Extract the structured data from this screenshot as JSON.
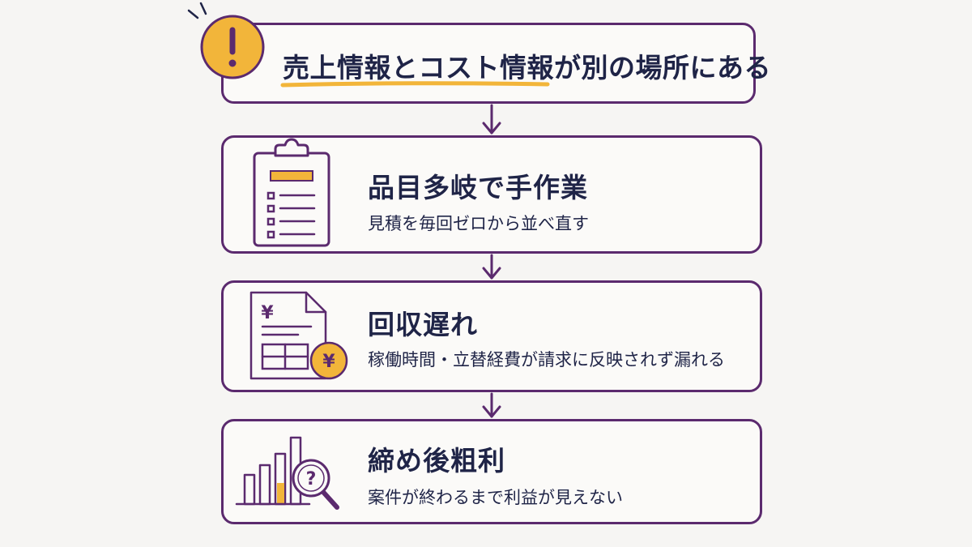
{
  "colors": {
    "outline": "#5b2a6e",
    "text": "#1f2447",
    "accent": "#f2b53a",
    "background": "#f6f5f3"
  },
  "header": {
    "icon": "exclamation-icon",
    "title": "売上情報とコスト情報が別の場所にある"
  },
  "steps": [
    {
      "icon": "clipboard-checklist-icon",
      "title": "品目多岐で手作業",
      "subtitle": "見積を毎回ゼロから並べ直す"
    },
    {
      "icon": "yen-invoice-icon",
      "icon_text_doc": "¥",
      "icon_text_coin": "¥",
      "title": "回収遅れ",
      "subtitle": "稼働時間・立替経費が請求に反映されず漏れる"
    },
    {
      "icon": "bar-chart-magnifier-icon",
      "icon_text": "?",
      "title": "締め後粗利",
      "subtitle": "案件が終わるまで利益が見えない"
    }
  ]
}
